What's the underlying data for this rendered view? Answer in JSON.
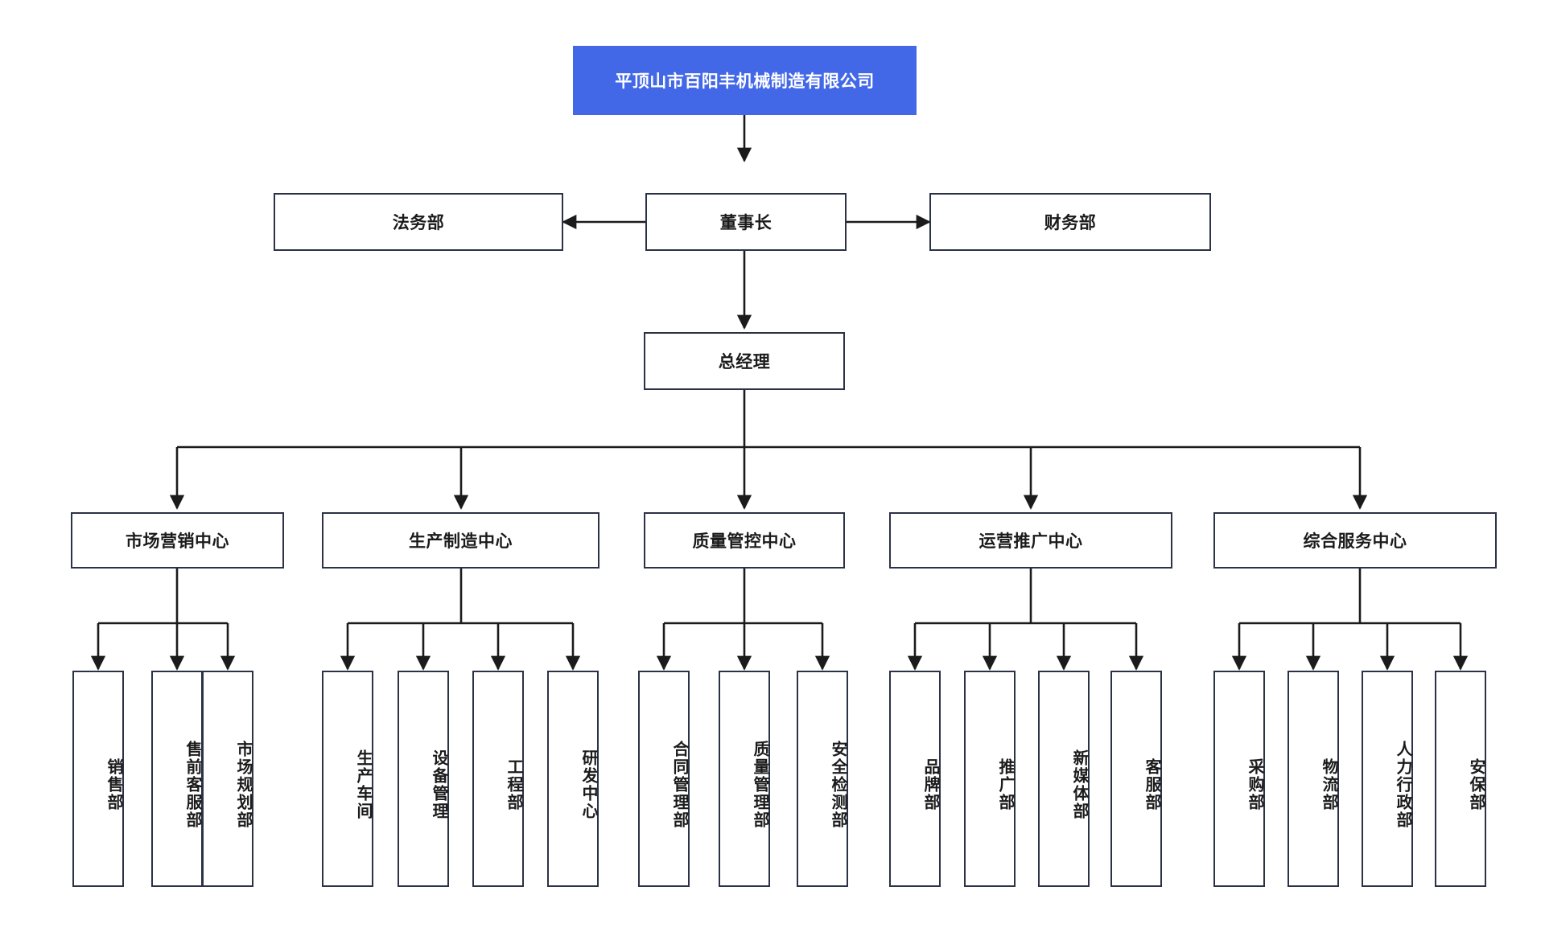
{
  "diagram": {
    "type": "organization-chart",
    "title": "平顶山市百阳丰机械制造有限公司",
    "colors": {
      "root_fill": "#4268E8",
      "root_text": "#ffffff",
      "node_border": "#2b3245",
      "node_fill": "#ffffff",
      "node_text": "#1b1b1b",
      "connector": "#1b1b1b",
      "background": "#ffffff"
    },
    "root": {
      "label": "平顶山市百阳丰机械制造有限公司"
    },
    "chairman": {
      "label": "董事长"
    },
    "chairman_left": {
      "label": "法务部"
    },
    "chairman_right": {
      "label": "财务部"
    },
    "general_manager": {
      "label": "总经理"
    },
    "centers": [
      {
        "label": "市场营销中心",
        "departments": [
          {
            "label": "销售部"
          },
          {
            "label": "售前客服部"
          },
          {
            "label": "市场规划部"
          }
        ]
      },
      {
        "label": "生产制造中心",
        "departments": [
          {
            "label": "生产车间"
          },
          {
            "label": "设备管理"
          },
          {
            "label": "工程部"
          },
          {
            "label": "研发中心"
          }
        ]
      },
      {
        "label": "质量管控中心",
        "departments": [
          {
            "label": "合同管理部"
          },
          {
            "label": "质量管理部"
          },
          {
            "label": "安全检测部"
          }
        ]
      },
      {
        "label": "运营推广中心",
        "departments": [
          {
            "label": "品牌部"
          },
          {
            "label": "推广部"
          },
          {
            "label": "新媒体部"
          },
          {
            "label": "客服部"
          }
        ]
      },
      {
        "label": "综合服务中心",
        "departments": [
          {
            "label": "采购部"
          },
          {
            "label": "物流部"
          },
          {
            "label": "人力行政部"
          },
          {
            "label": "安保部"
          }
        ]
      }
    ]
  }
}
